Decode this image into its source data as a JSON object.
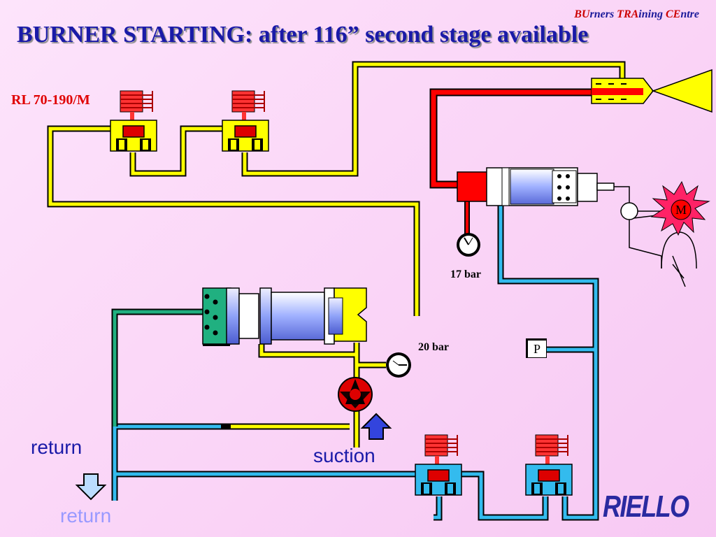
{
  "slide": {
    "title": "BURNER  STARTING: after 116” second stage available",
    "model": "RL 70-190/M",
    "brand_header": {
      "part1": "BU",
      "part2": "rners ",
      "part3": "TRA",
      "part4": "ining ",
      "part5": "CE",
      "part6": "ntre"
    },
    "logo": "RIELLO"
  },
  "labels": {
    "pressure_17": "17 bar",
    "pressure_20": "20 bar",
    "pressure_switch": "P",
    "motor": "M",
    "return_top": "return",
    "suction": "suction",
    "return_bottom": "return"
  },
  "colors": {
    "fuel_supply": "#ffff00",
    "high_pressure": "#ff0000",
    "return_line": "#33bbee",
    "bypass": "#20b080",
    "valve_body": "#ff0000",
    "text_title": "#1a1aa8",
    "text_accent": "#e00000",
    "return_muted": "#9999ff",
    "suction_arrow": "#3344dd"
  },
  "icons": [
    "solenoid-valve-icon",
    "pump-icon",
    "pressure-gauge-icon",
    "motor-icon",
    "nozzle-icon",
    "arrow-up-icon",
    "arrow-down-icon"
  ]
}
